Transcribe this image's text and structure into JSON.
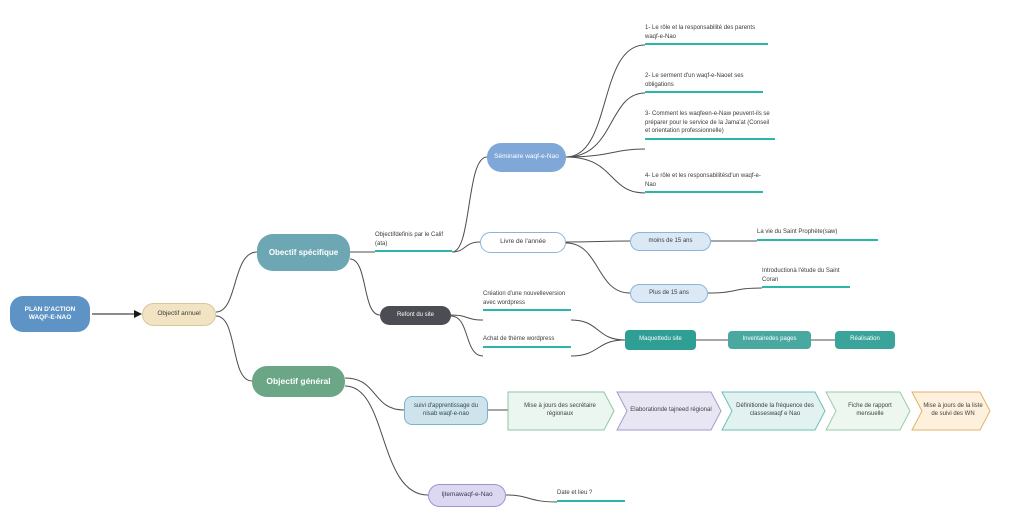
{
  "root": {
    "label": "PLAN D'ACTION WAQF-E-NAO"
  },
  "annuel": {
    "label": "Objectif  annuel"
  },
  "specifique": {
    "label": "Obectif spécifique",
    "calif_label": "Objectifdefinis par le Calif (ata)"
  },
  "general": {
    "label": "Objectif   général"
  },
  "seminaire": {
    "label": "Séminaire waqf-e-Nao",
    "items": [
      "1- Le rôle et la responsabilité des parents waqf-e-Nao",
      "2- Le serment d'un waqf-e-Naoet ses obligations",
      "3- Comment les  waqfeen-e-Naw peuvent-ils  se  préparer pour le service de la Jama'at (Conseil et orientation professionnelle)",
      "4- Le rôle et les responsabilitésd'un waqf-e-Nao"
    ]
  },
  "livre": {
    "label": "Livre de l'année",
    "moins": "moins de 15 ans",
    "plus": "Plus de 15 ans",
    "moins_result": "La vie du Saint Prophète(saw)",
    "plus_result": "Introductionà l'étude du Saint Coran"
  },
  "refont": {
    "label": "Refont du site",
    "creation": "Création d'une nouvelleversion avec wordpress",
    "achat": "Achat de thème wordpress",
    "maquette": "Maquettedu site",
    "inventaire": "Inventairedes pages",
    "realisation": "Réalisation"
  },
  "suivi": {
    "label": "suivi d'apprentissage du nisab waqf-e-nao",
    "steps": [
      "Mise à jours des secrétaire régionaux",
      "Elaborationde tajneed régional",
      "Définitionde la  fréquence des classeswaqf e Nao",
      "Fiche de rapport mensuelle",
      "Mise à jours de la liste de suivi des WN"
    ]
  },
  "ijtema": {
    "label": "Ijtemawaqf-e-Nao",
    "date": "Date et lieu ?"
  },
  "colors": {
    "accent_teal_line": "#2cb5aa",
    "root_blue": "#5e93c5",
    "annuel_cream": "#f2e4c3",
    "specifique_teal": "#6da7b4",
    "general_green": "#6ba687",
    "seminaire_blue": "#7fa8d9",
    "refont_gray": "#4c4c54",
    "process_teal": "#2f9e94",
    "chevron_green": "#eaf6ef",
    "chevron_purple": "#e9e6f4",
    "chevron_teal": "#e2f2f0",
    "chevron_orange": "#fdf1dd",
    "connector_gray": "#4d4d4d"
  }
}
